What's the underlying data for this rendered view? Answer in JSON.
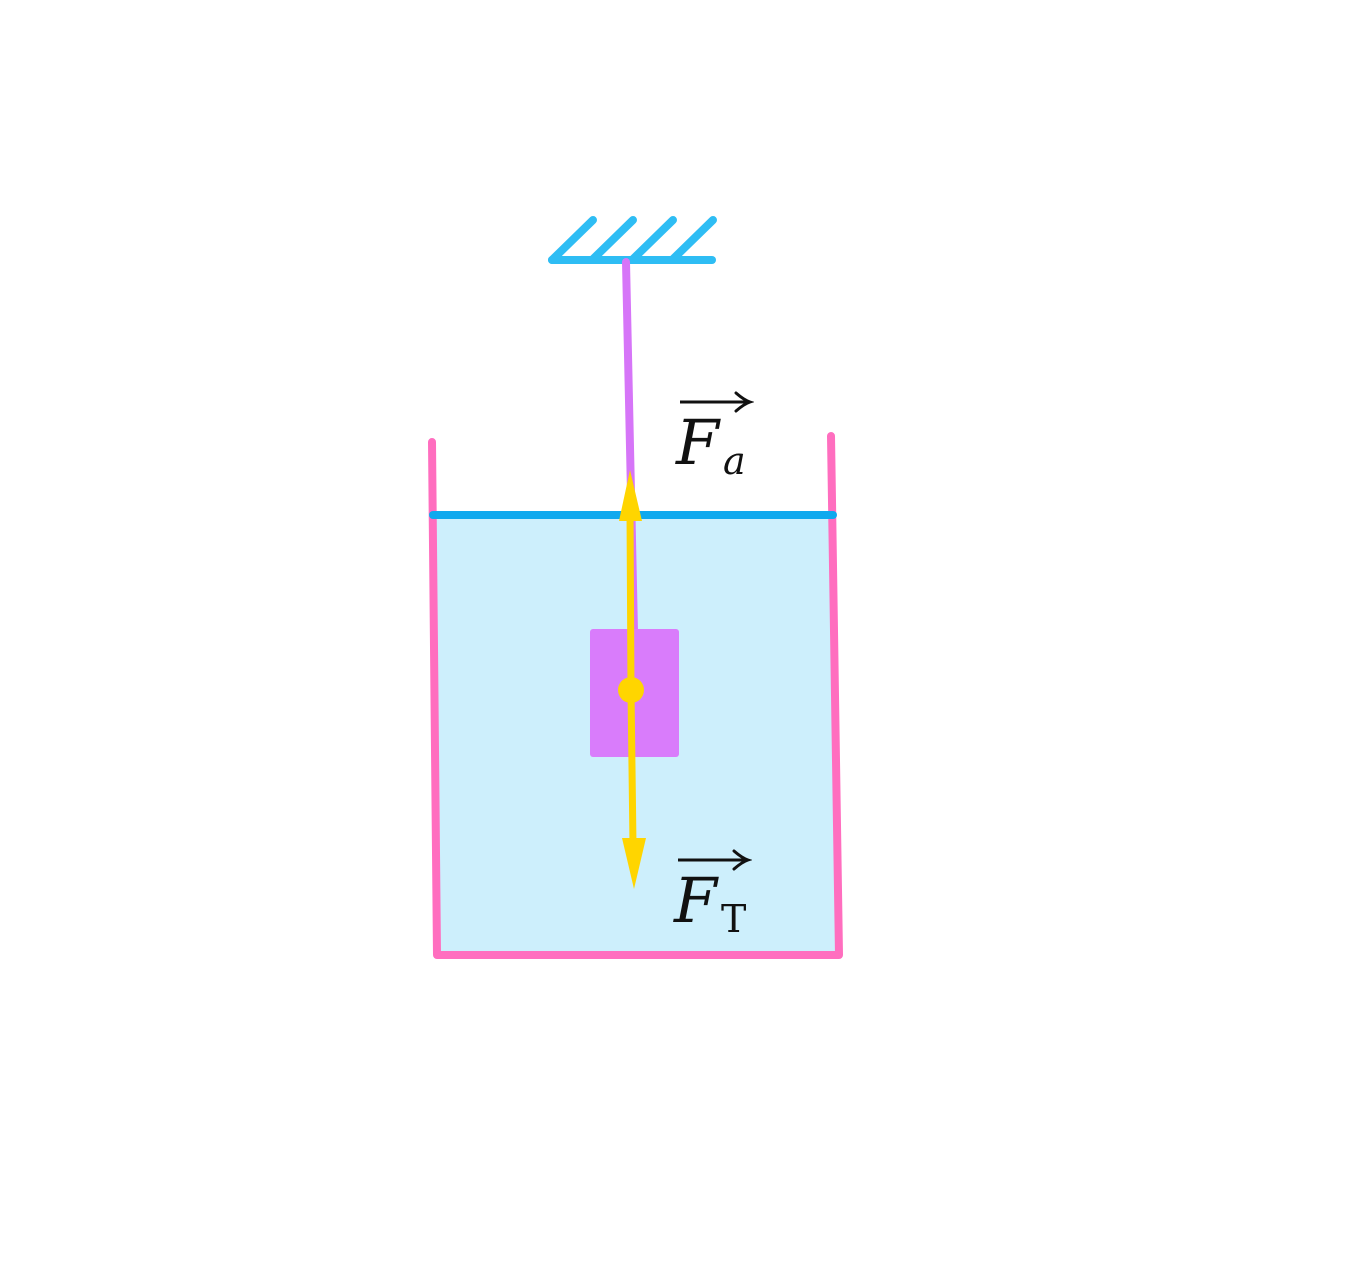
{
  "colors": {
    "ceiling": "#2ebdf4",
    "thread": "#d675f8",
    "vessel": "#ff6ebf",
    "water_fill": "#cdeffc",
    "water_surface": "#10a9ee",
    "body": "#d97cfb",
    "force_vectors": "#ffd500",
    "label_text": "#111111"
  },
  "forces": [
    {
      "symbol": "F",
      "subscript": "a",
      "direction": "up"
    },
    {
      "symbol": "F",
      "subscript": "T",
      "direction": "down"
    }
  ]
}
